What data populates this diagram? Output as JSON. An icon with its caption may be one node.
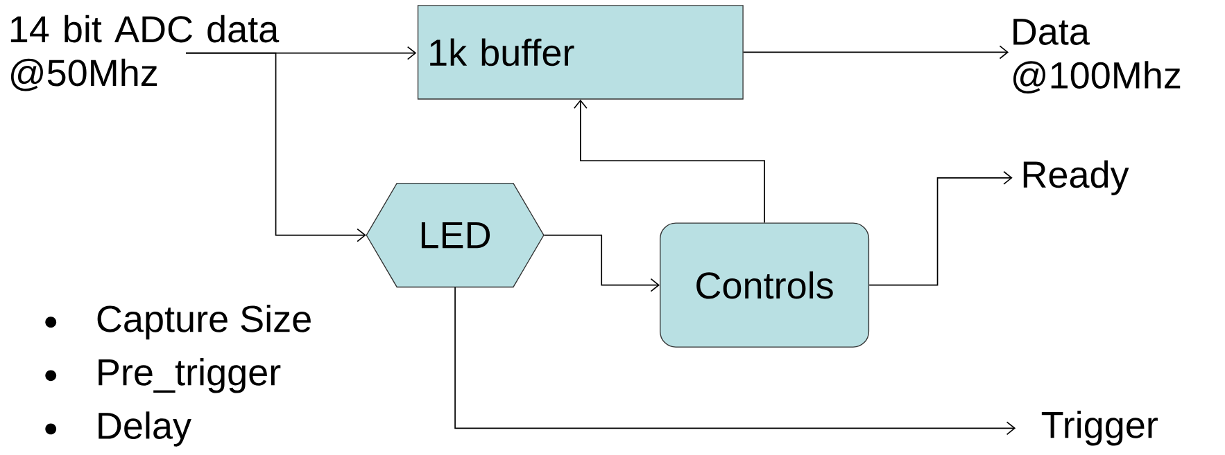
{
  "diagram": {
    "nodes": [
      {
        "text": [
          "14 bit ADC data @50Mhz"
        ]
      },
      {
        "text": [
          "1k buffer"
        ]
      },
      {
        "text": [
          "Data @100Mhz"
        ]
      },
      {
        "text": [
          "LED"
        ]
      },
      {
        "text": [
          "Controls"
        ]
      },
      {
        "text": [
          "Ready"
        ]
      },
      {
        "text": [
          "Trigger"
        ]
      }
    ],
    "edges": [
      {
        "from": 0,
        "to": 1,
        "arrow": "to"
      },
      {
        "from": 0,
        "to": 3,
        "arrow": "to"
      },
      {
        "from": 1,
        "to": 2,
        "arrow": "to"
      },
      {
        "from": 3,
        "to": 4,
        "arrow": "to"
      },
      {
        "from": 4,
        "to": 1,
        "arrow": "to"
      },
      {
        "from": 4,
        "to": 5,
        "arrow": "to"
      },
      {
        "from": 3,
        "to": 6,
        "arrow": "to"
      }
    ],
    "labels": [
      "Capture Size",
      "Pre_trigger",
      "Delay"
    ]
  }
}
